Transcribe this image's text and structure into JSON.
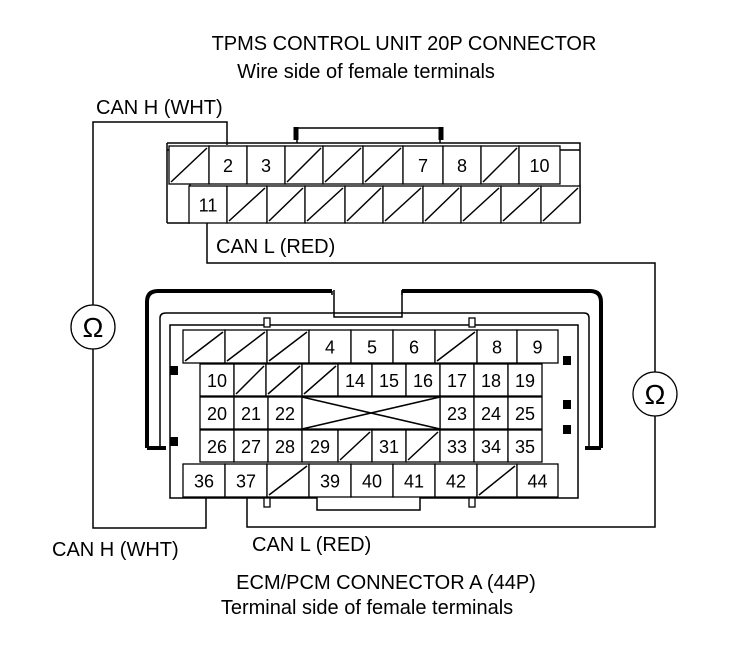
{
  "top_connector": {
    "title": "TPMS CONTROL UNIT 20P CONNECTOR",
    "subtitle": "Wire side of female terminals",
    "rows": [
      [
        "",
        "2",
        "3",
        "",
        "",
        "",
        "7",
        "8",
        "",
        "10"
      ],
      [
        "11",
        "",
        "",
        "",
        "",
        "",
        "",
        "",
        "",
        ""
      ]
    ]
  },
  "bottom_connector": {
    "title": "ECM/PCM CONNECTOR A (44P)",
    "subtitle": "Terminal side of female terminals",
    "rows": [
      [
        "",
        "",
        "",
        "4",
        "5",
        "6",
        "",
        "8",
        "9"
      ],
      [
        "10",
        "",
        "",
        "",
        "14",
        "15",
        "16",
        "17",
        "18",
        "19"
      ],
      [
        "20",
        "21",
        "22",
        "23",
        "24",
        "25"
      ],
      [
        "26",
        "27",
        "28",
        "29",
        "",
        "31",
        "",
        "33",
        "34",
        "35"
      ],
      [
        "36",
        "37",
        "",
        "39",
        "40",
        "41",
        "42",
        "",
        "44"
      ]
    ]
  },
  "wires": {
    "top_can_h": "CAN H (WHT)",
    "top_can_l": "CAN L (RED)",
    "bottom_can_h": "CAN H (WHT)",
    "bottom_can_l": "CAN L (RED)"
  },
  "meters": {
    "left_symbol": "Ω",
    "right_symbol": "Ω"
  }
}
